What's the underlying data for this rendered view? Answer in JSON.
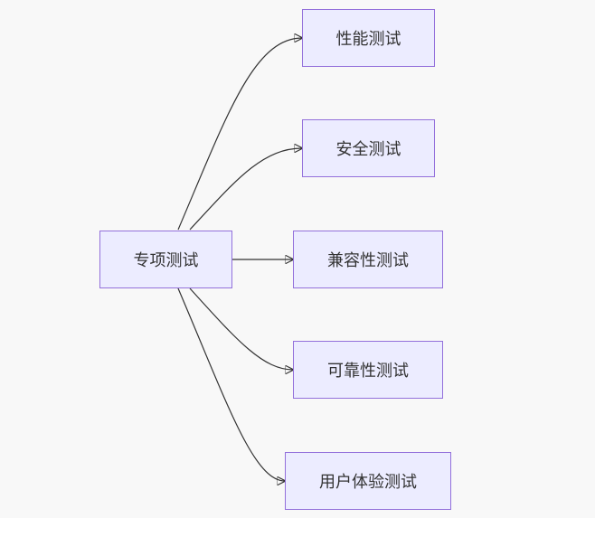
{
  "diagram": {
    "root": {
      "label": "专项测试"
    },
    "children": [
      {
        "label": "性能测试"
      },
      {
        "label": "安全测试"
      },
      {
        "label": "兼容性测试"
      },
      {
        "label": "可靠性测试"
      },
      {
        "label": "用户体验测试"
      }
    ],
    "colors": {
      "node_fill": "#ececff",
      "node_border": "#9370db",
      "edge": "#333333",
      "text": "#333333",
      "background": "#f8f8f8"
    }
  }
}
